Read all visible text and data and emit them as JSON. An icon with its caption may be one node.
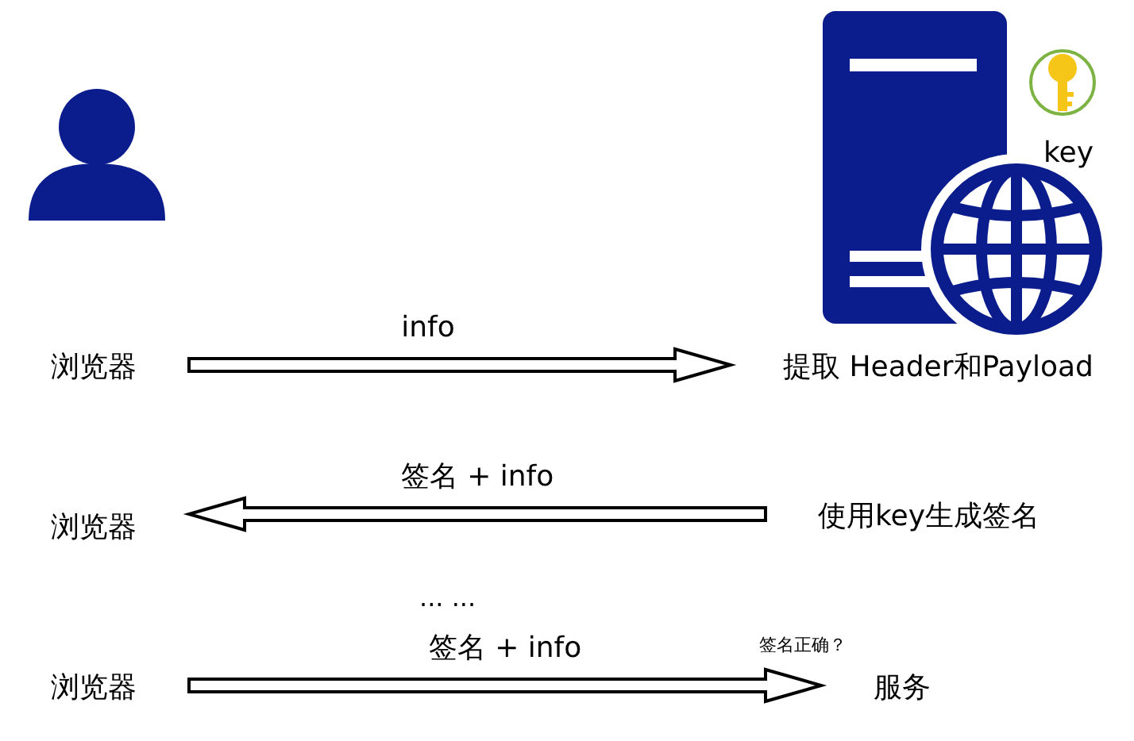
{
  "diagram": {
    "nodes": [
      {
        "text": [
          "浏览器"
        ]
      },
      {
        "text": [
          "提取 Header和Payload"
        ]
      },
      {
        "text": [
          "浏览器"
        ]
      },
      {
        "text": [
          "使用key生成签名"
        ]
      },
      {
        "text": [
          "浏览器"
        ]
      },
      {
        "text": [
          "服务"
        ],
        "beside": [
          "签名正确？"
        ]
      }
    ],
    "edges": [
      {
        "from": 0,
        "to": 1,
        "arrow": "to",
        "label": "info"
      },
      {
        "from": 3,
        "to": 2,
        "arrow": "to",
        "label": "签名 + info"
      },
      {
        "from": 4,
        "to": 5,
        "arrow": "to",
        "label": "签名 + info"
      }
    ],
    "labels": [
      "key",
      "... ..."
    ]
  }
}
